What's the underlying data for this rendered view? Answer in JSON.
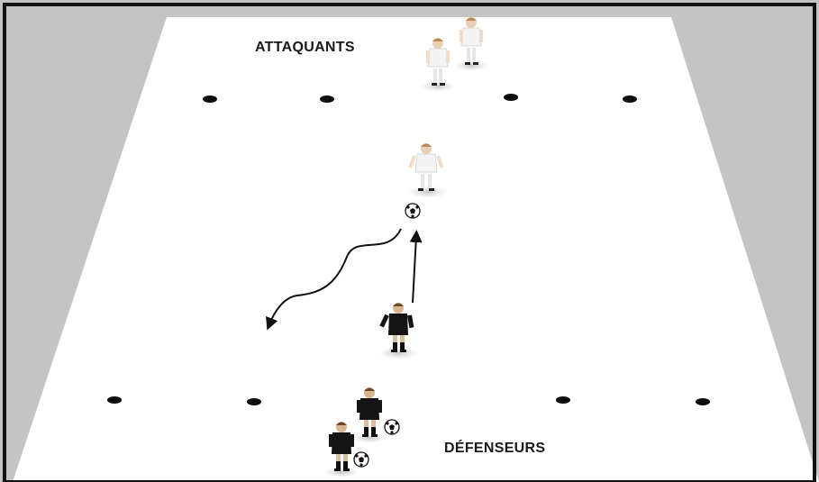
{
  "labels": {
    "attackers": "ATTAQUANTS",
    "defenders": "DÉFENSEURS"
  },
  "colors": {
    "background": "#c4c4c4",
    "frame": "#111111",
    "pitch": "#ffffff",
    "attacker_kit": "#f2f2f2",
    "defender_kit": "#141414",
    "cone": "#0d0d0d",
    "arrow": "#111111"
  },
  "players": {
    "attackers_count": 3,
    "defenders_count": 3
  },
  "cones": {
    "top_row_count": 4,
    "bottom_row_count": 4
  },
  "balls_count": 3,
  "icons": [
    "soccer-ball-icon",
    "cone-marker-icon",
    "player-figure-icon",
    "run-arrow-icon",
    "dribble-arrow-icon"
  ]
}
